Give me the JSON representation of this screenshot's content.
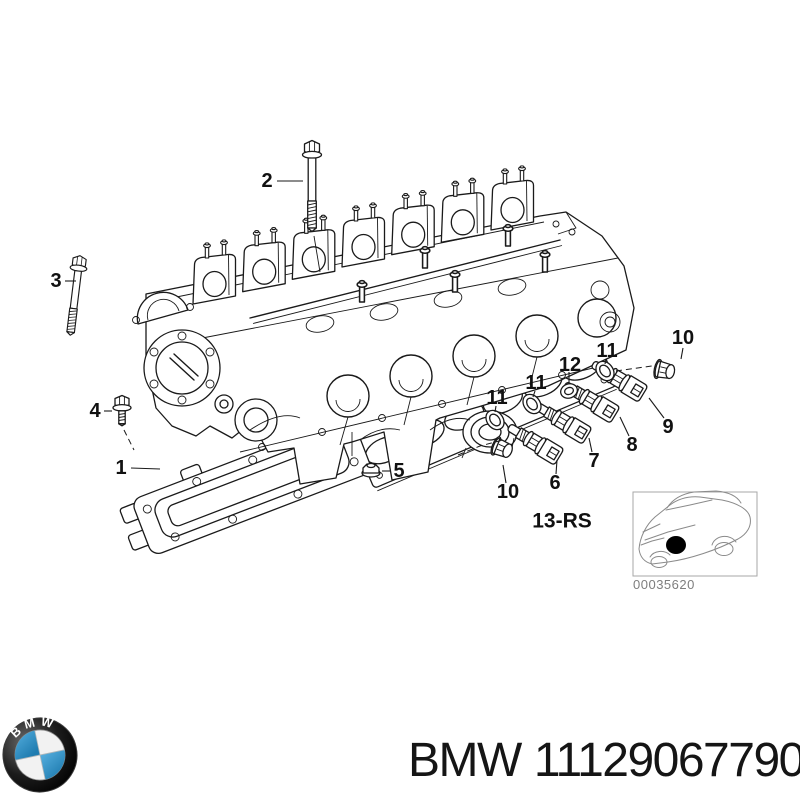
{
  "diagram": {
    "title": "cylinder-head-exploded-parts-diagram",
    "callouts": [
      {
        "label": "1"
      },
      {
        "label": "2"
      },
      {
        "label": "3"
      },
      {
        "label": "4"
      },
      {
        "label": "5"
      },
      {
        "label": "6"
      },
      {
        "label": "7"
      },
      {
        "label": "8"
      },
      {
        "label": "9"
      },
      {
        "label": "10"
      },
      {
        "label": "10"
      },
      {
        "label": "11"
      },
      {
        "label": "11"
      },
      {
        "label": "11"
      },
      {
        "label": "12"
      }
    ],
    "section_code": "13-RS",
    "thumbnail": {
      "code": "00035620"
    }
  },
  "footer": {
    "brand": "BMW",
    "part_number": "11129067790"
  },
  "colors": {
    "line": "#1a1a1a",
    "muted_line": "#8a8a8a",
    "logo_blue": "#2f93c6",
    "logo_dark": "#111111"
  }
}
